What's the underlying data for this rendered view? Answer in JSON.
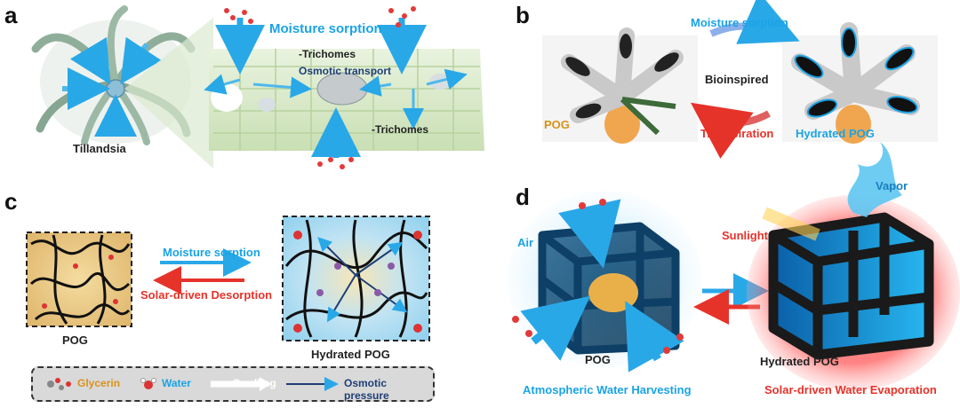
{
  "panels": {
    "a": "a",
    "b": "b",
    "c": "c",
    "d": "d"
  },
  "a": {
    "plant_label": "Tillandsia",
    "moisture_sorption": "Moisture sorption",
    "trichomes_top": "-Trichomes",
    "osmotic_transport": "Osmotic transport",
    "trichomes_bottom": "-Trichomes"
  },
  "b": {
    "moisture_sorption": "Moisture sorption",
    "bioinspired": "Bioinspired",
    "pog": "POG",
    "transpiration": "Transpiration",
    "hydrated_pog": "Hydrated POG"
  },
  "c": {
    "moisture_sorption": "Moisture sorption",
    "solar_desorption": "Solar-driven Desorption",
    "pog": "POG",
    "hydrated_pog": "Hydrated POG",
    "legend": {
      "glycerin": "Glycerin",
      "water": "Water",
      "swelling": "Swelling",
      "osmotic": "Osmotic pressure"
    }
  },
  "d": {
    "air": "Air",
    "sunlight": "Sunlight",
    "vapor": "Vapor",
    "pog": "POG",
    "hydrated_pog": "Hydrated POG",
    "atmospheric": "Atmospheric Water Harvesting",
    "solar_evap": "Solar-driven Water Evaporation"
  },
  "colors": {
    "blue_text": "#1aa3e6",
    "red_text": "#e6332a",
    "glycerin": "#d9921a"
  }
}
